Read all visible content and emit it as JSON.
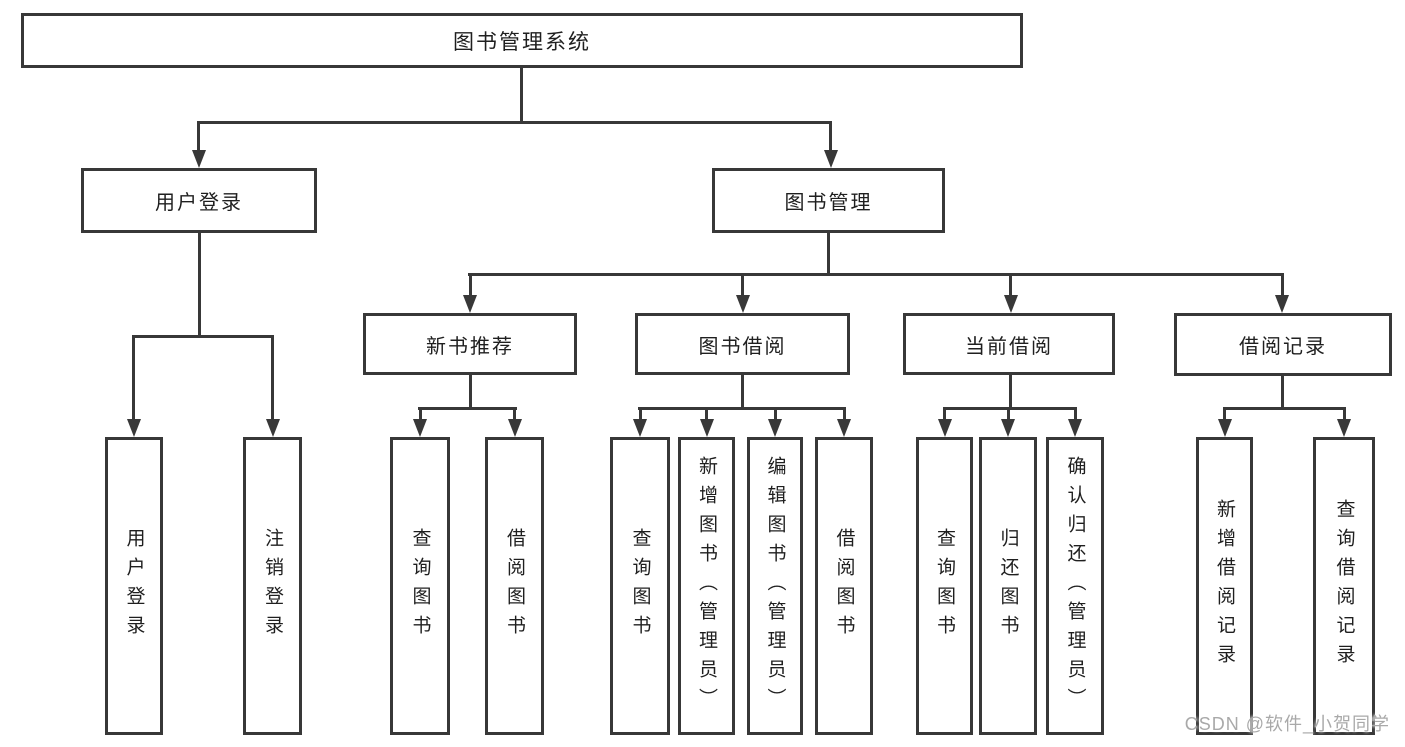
{
  "diagram": {
    "root": {
      "label": "图书管理系统",
      "children": [
        {
          "label": "用户登录",
          "children": [
            {
              "label": "用户登录"
            },
            {
              "label": "注销登录"
            }
          ]
        },
        {
          "label": "图书管理",
          "children": [
            {
              "label": "新书推荐",
              "children": [
                {
                  "label": "查询图书"
                },
                {
                  "label": "借阅图书"
                }
              ]
            },
            {
              "label": "图书借阅",
              "children": [
                {
                  "label": "查询图书"
                },
                {
                  "label": "新增图书（管理员）"
                },
                {
                  "label": "编辑图书（管理员）"
                },
                {
                  "label": "借阅图书"
                }
              ]
            },
            {
              "label": "当前借阅",
              "children": [
                {
                  "label": "查询图书"
                },
                {
                  "label": "归还图书"
                },
                {
                  "label": "确认归还（管理员）"
                }
              ]
            },
            {
              "label": "借阅记录",
              "children": [
                {
                  "label": "新增借阅记录"
                },
                {
                  "label": "查询借阅记录"
                }
              ]
            }
          ]
        }
      ]
    },
    "watermark": "CSDN @软件_小贺同学",
    "colors": {
      "line": "#383838",
      "text": "#1f1f1f",
      "watermark": "#a9a9a9",
      "background": "#ffffff"
    }
  }
}
